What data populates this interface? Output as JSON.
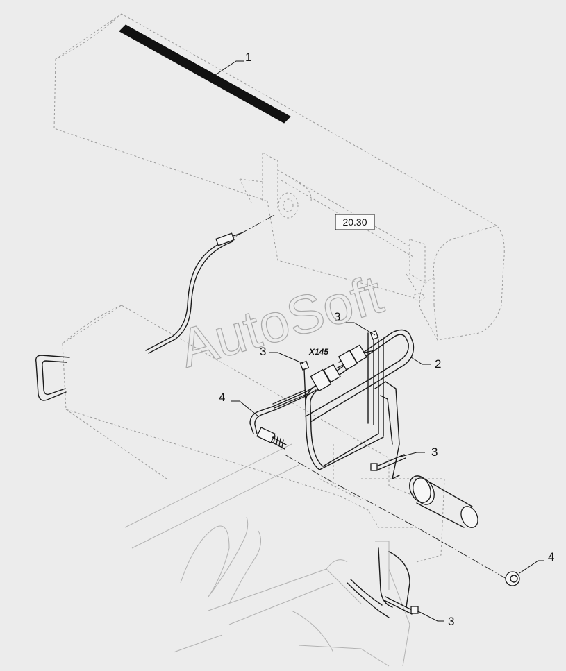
{
  "callouts": [
    {
      "id": "callout-1",
      "text": "1"
    },
    {
      "id": "callout-2",
      "text": "2"
    },
    {
      "id": "callout-3a",
      "text": "3"
    },
    {
      "id": "callout-3b",
      "text": "3"
    },
    {
      "id": "callout-3c",
      "text": "3"
    },
    {
      "id": "callout-3d",
      "text": "3"
    },
    {
      "id": "callout-4a",
      "text": "4"
    },
    {
      "id": "callout-4b",
      "text": "4"
    }
  ],
  "reference_box": {
    "text": "20.30"
  },
  "connector_label": {
    "text": "X145"
  },
  "watermark": {
    "text": "AutoSoft"
  },
  "colors": {
    "background": "#ececec",
    "ink": "#111111",
    "ghost": "#9a9a9a"
  }
}
